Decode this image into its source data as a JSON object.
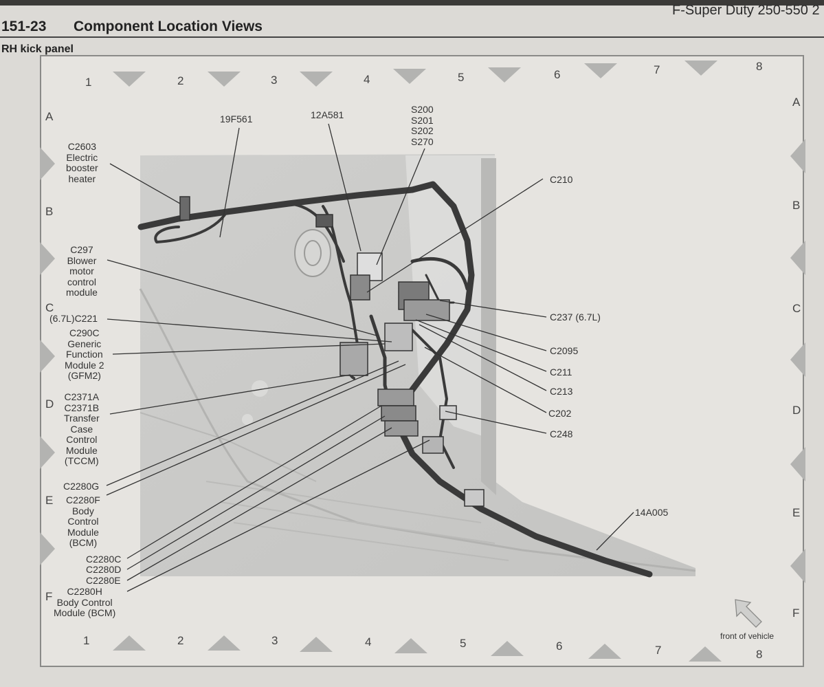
{
  "header": {
    "vehicle": "F-Super Duty 250-550 2",
    "page_number": "151-23",
    "section_title": "Component Location Views",
    "view_title": "RH kick panel"
  },
  "grid": {
    "columns": [
      "1",
      "2",
      "3",
      "4",
      "5",
      "6",
      "7",
      "8"
    ],
    "rows": [
      "A",
      "B",
      "C",
      "D",
      "E",
      "F"
    ]
  },
  "callouts": {
    "c2603": "C2603\nElectric\nbooster\nheater",
    "f19f561": "19F561",
    "a12a581": "12A581",
    "splices": "S200\nS201\nS202\nS270",
    "c210": "C210",
    "c297": "C297\nBlower\nmotor\ncontrol\nmodule",
    "c221": "(6.7L)C221",
    "c290c": "C290C\nGeneric\nFunction\nModule 2\n(GFM2)",
    "c2371": "C2371A\nC2371B\nTransfer\nCase\nControl\nModule\n(TCCM)",
    "c2280g": "C2280G",
    "c2280f": "C2280F\nBody\nControl\nModule\n(BCM)",
    "c2280c": "C2280C",
    "c2280d": "C2280D",
    "c2280e": "C2280E",
    "c2280h": "C2280H\nBody Control\nModule (BCM)",
    "c237": "C237 (6.7L)",
    "c2095": "C2095",
    "c211": "C211",
    "c213": "C213",
    "c202": "C202",
    "c248": "C248",
    "a14a005": "14A005",
    "front": "front of vehicle"
  }
}
